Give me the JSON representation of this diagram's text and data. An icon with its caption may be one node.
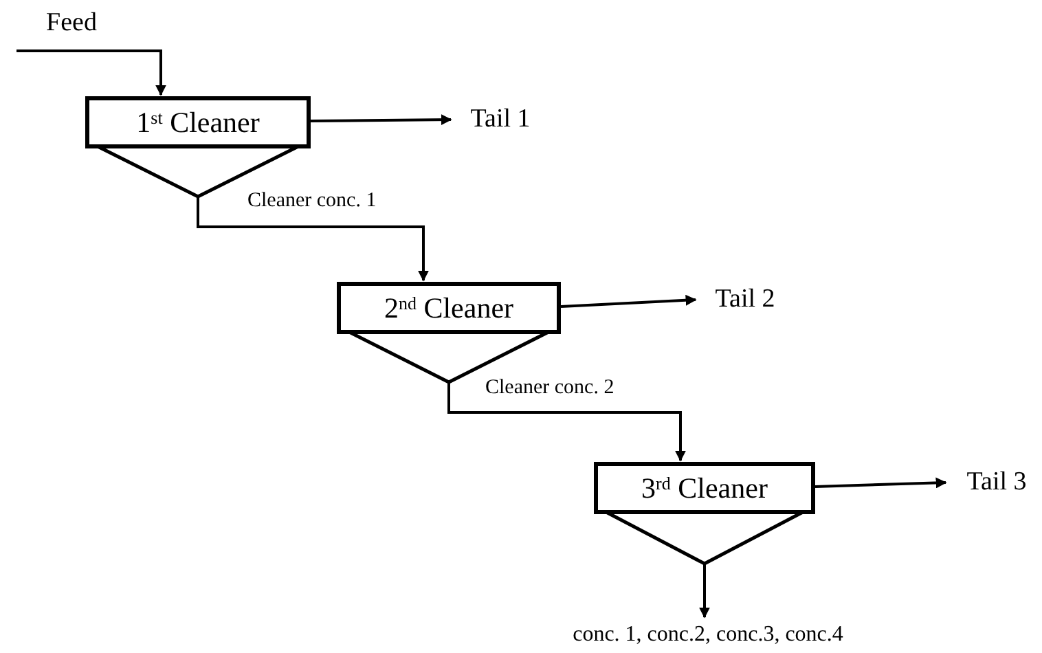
{
  "diagram": {
    "nodes": [
      {
        "text": [
          "Feed"
        ]
      },
      {
        "text": [
          "1$^{st}$ Cleaner"
        ]
      },
      {
        "text": [
          "Tail 1"
        ]
      },
      {
        "text": [
          "2$^{nd}$ Cleaner"
        ]
      },
      {
        "text": [
          "Tail 2"
        ]
      },
      {
        "text": [
          "3$^{rd}$ Cleaner"
        ]
      },
      {
        "text": [
          "Tail 3"
        ]
      },
      {
        "text": [
          "conc. 1, conc.2, conc.3, conc.4"
        ]
      }
    ],
    "edges": [
      {
        "from": 0,
        "to": 1,
        "arrow": "to"
      },
      {
        "from": 1,
        "to": 2,
        "arrow": "to"
      },
      {
        "from": 1,
        "to": 3,
        "arrow": "to",
        "label": "Cleaner conc. 1"
      },
      {
        "from": 3,
        "to": 4,
        "arrow": "to"
      },
      {
        "from": 3,
        "to": 5,
        "arrow": "to",
        "label": "Cleaner conc. 2"
      },
      {
        "from": 5,
        "to": 6,
        "arrow": "to"
      },
      {
        "from": 5,
        "to": 7,
        "arrow": "to"
      }
    ]
  }
}
